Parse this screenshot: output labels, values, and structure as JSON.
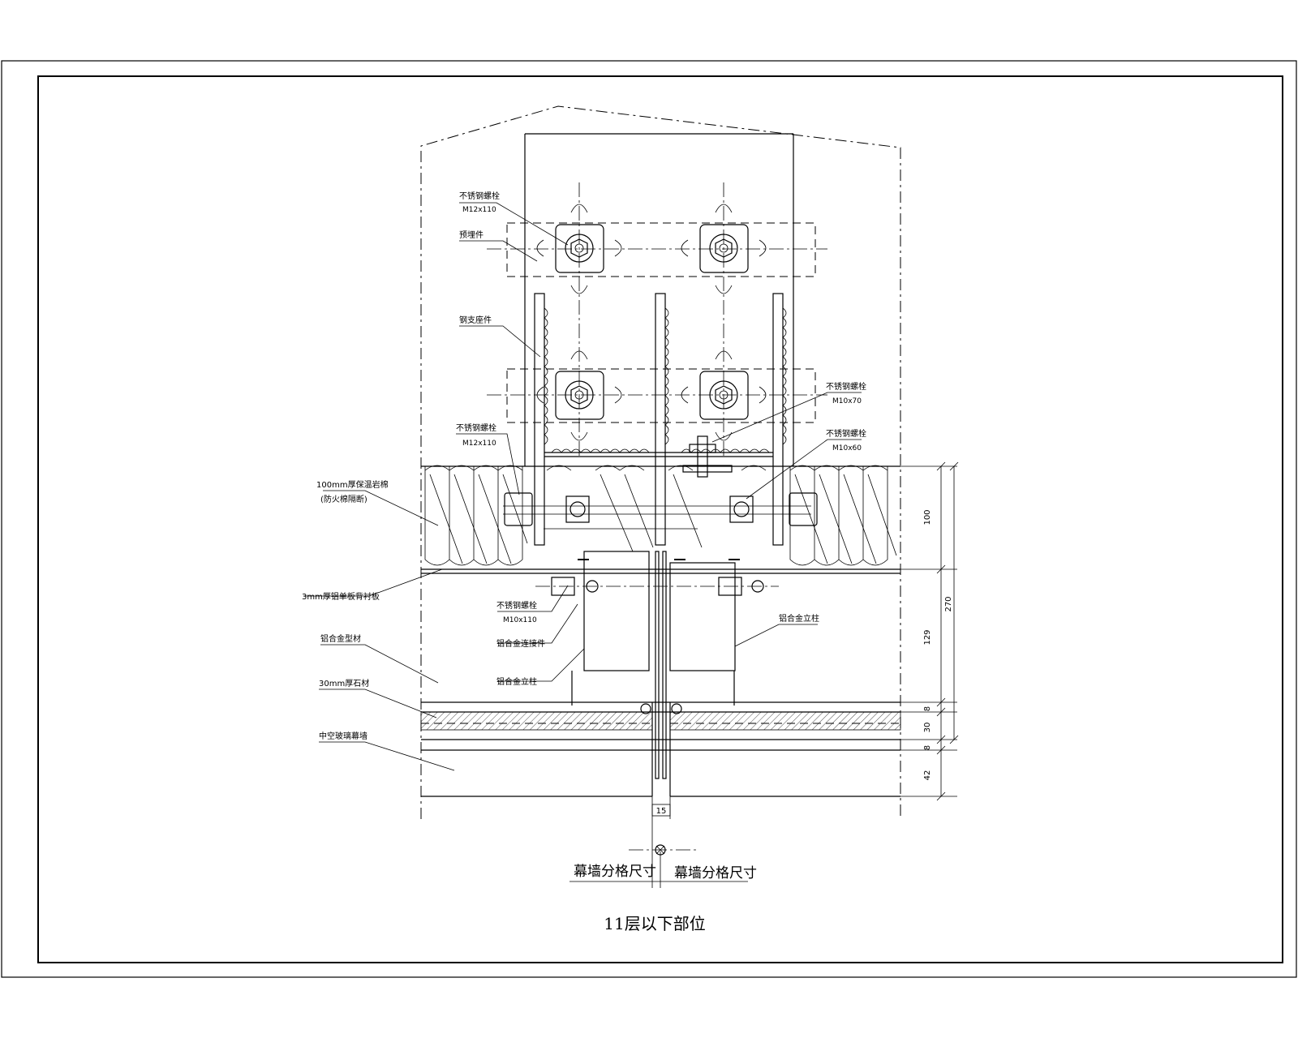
{
  "labels": {
    "anchor_bolt": "不锈钢螺栓",
    "anchor_bolt_spec": "M12x110",
    "embed_plate": "预埋件",
    "steel_bracket": "钢支座件",
    "ss_bolt_right": "不锈钢螺栓",
    "ss_bolt_right_spec": "M10x70",
    "ss_nut_right": "不锈钢螺栓",
    "ss_nut_right_spec": "M10x60",
    "ss_bolt_left": "不锈钢螺栓",
    "ss_bolt_left_spec": "M12x110",
    "insulation": "100mm厚保温岩棉",
    "insulation_sub": "(防火棉隔断)",
    "backing_plate": "3mm厚铝单板背衬板",
    "ss_bolt_lower": "不锈钢螺栓",
    "ss_bolt_lower_spec": "M10x110",
    "alu_connector": "铝合金连接件",
    "mullion_left": "铝合金立柱",
    "mullion_right": "铝合金立柱",
    "alu_frame": "铝合金型材",
    "stone": "30mm厚石材",
    "glass": "中空玻璃幕墙"
  },
  "dimensions": {
    "d100": "100",
    "d270": "270",
    "d129": "129",
    "d8a": "8",
    "d30": "30",
    "d8b": "8",
    "d42": "42",
    "d15": "15"
  },
  "grid_left": "幕墙分格尺寸",
  "grid_right": "幕墙分格尺寸",
  "caption": "11层以下部位"
}
